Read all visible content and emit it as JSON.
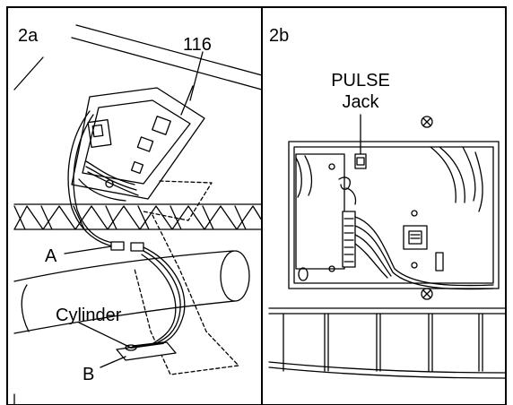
{
  "panels": {
    "left": {
      "panel_label": "2a",
      "part_number": "116",
      "callouts": {
        "a": "A",
        "cylinder": "Cylinder",
        "b": "B"
      }
    },
    "right": {
      "panel_label": "2b",
      "jack_label_line1": "PULSE",
      "jack_label_line2": "Jack"
    }
  }
}
